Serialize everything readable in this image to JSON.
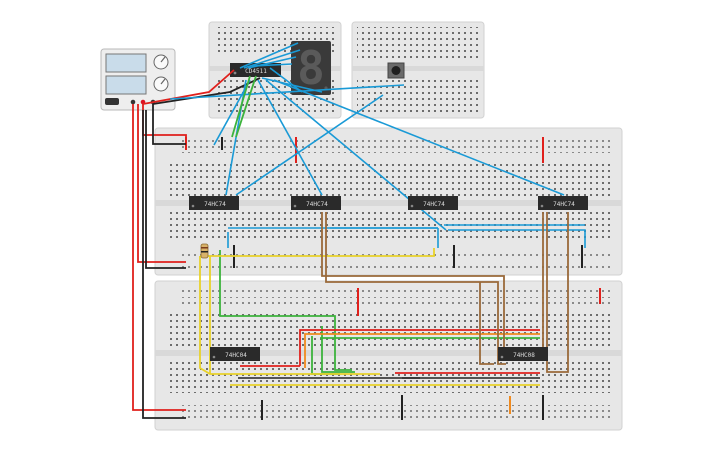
{
  "chips": {
    "display_driver": "CD4511",
    "flipflop_1": "74HC74",
    "flipflop_2": "74HC74",
    "flipflop_3": "74HC74",
    "flipflop_4": "74HC74",
    "and_gate": "74HC08",
    "nand_gate": "74HC04"
  },
  "display": {
    "digit": "8"
  },
  "colors": {
    "wire_blue": "#1a9ad6",
    "wire_red": "#e0201c",
    "wire_black": "#222222",
    "wire_green": "#3cb33c",
    "wire_yellow": "#e8d22a",
    "wire_brown": "#9a6a3a",
    "wire_orange": "#f08a1e",
    "breadboard": "#e7e7e7",
    "chip": "#2a2a2a"
  }
}
